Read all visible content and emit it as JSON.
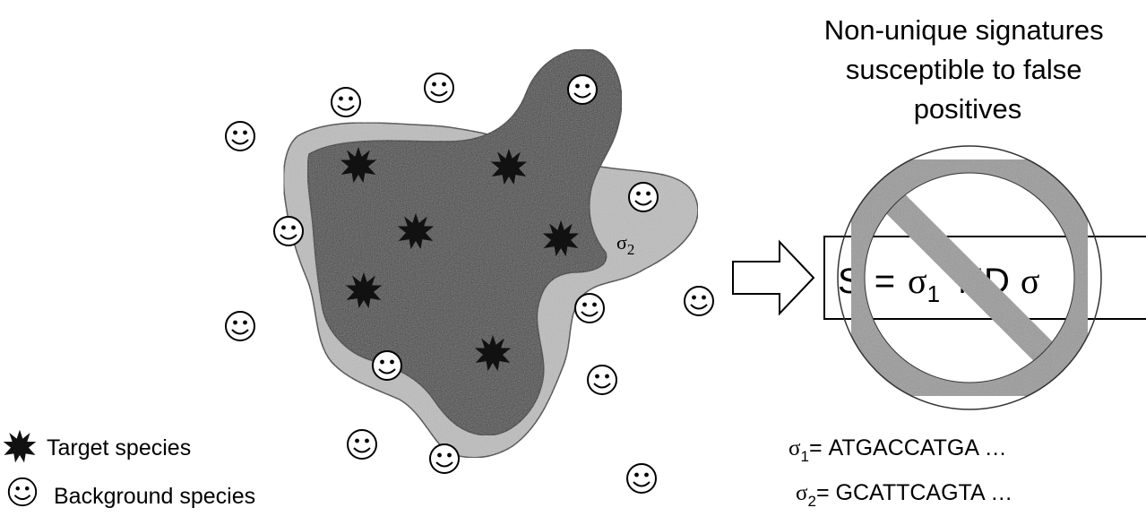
{
  "title": {
    "lines": [
      "Non-unique signatures",
      "susceptible to false",
      "positives"
    ]
  },
  "regions": {
    "sigma2_label": "σ",
    "sigma2_sub": "2"
  },
  "signature_box": {
    "prefix": "S",
    "equals": "=",
    "sigma": "σ",
    "sub": "1",
    "and_text": "ND",
    "sigma2": "σ"
  },
  "sequences": [
    {
      "sigma": "σ",
      "sub": "1",
      "text": "= ATGACCATGA …"
    },
    {
      "sigma": "σ",
      "sub": "2",
      "text": "= GCATTCAGTA …"
    }
  ],
  "legend": {
    "items": [
      {
        "icon": "target-star-icon",
        "label": "Target species"
      },
      {
        "icon": "smiley-icon",
        "label": "Background species"
      }
    ]
  },
  "colors": {
    "dark_region": "#454545",
    "light_region": "#bdbdbd",
    "no_sign": "#9a9a9a",
    "star": "#111111"
  }
}
